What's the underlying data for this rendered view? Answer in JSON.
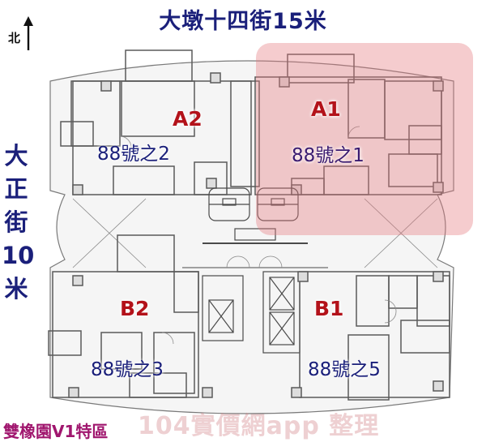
{
  "header": {
    "street_north": "大墩十四街15米",
    "north_indicator": "北"
  },
  "left_street": {
    "lines": [
      "大",
      "正",
      "街",
      "10",
      "米"
    ]
  },
  "units": [
    {
      "code": "A2",
      "address": "88號之2",
      "position": "north-west"
    },
    {
      "code": "A1",
      "address": "88號之1",
      "position": "north-east",
      "highlighted": true
    },
    {
      "code": "B2",
      "address": "88號之3",
      "position": "south-west"
    },
    {
      "code": "B1",
      "address": "88號之5",
      "position": "south-east"
    }
  ],
  "footer": {
    "project_name": "雙橡園V1特區",
    "watermark": "104實價網app 整理"
  },
  "colors": {
    "street_label": "#1a1f7a",
    "unit_code": "#b3121a",
    "highlight": "#f0b4b6",
    "project_name": "#a0166e",
    "wall": "#5a5a5a",
    "floor": "#f2f2f2"
  }
}
